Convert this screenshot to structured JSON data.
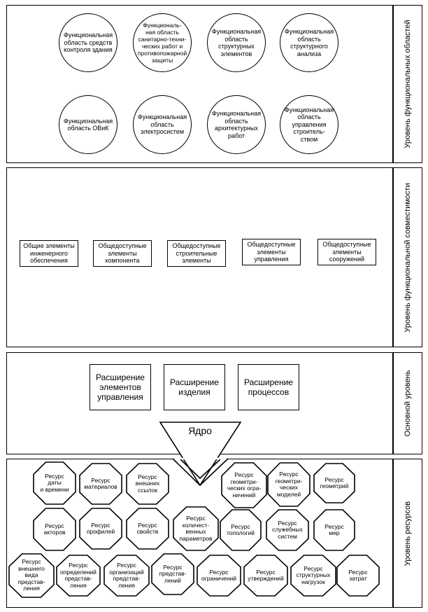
{
  "levels": {
    "functional_areas": "Уровень функциональных областей",
    "functional_compat": "Уровень функциональной совместимости",
    "core": "Основной уровень",
    "resources": "Уровень ресурсов"
  },
  "functional_areas": [
    "Функциональная\nобласть средств\nконтроля здания",
    "Функциональ-\nная область\nсанитарно-техни-\nческих работ и\nпротивопожарной\nзащиты",
    "Функциональная\nобласть\nструктурных\nэлементов",
    "Функциональная\nобласть\nструктурного\nанализа",
    "Функциональная\nобласть ОВиК",
    "Функциональная\nобласть\nэлектросистем",
    "Функциональная\nобласть\nархитектурных\nработ",
    "Функциональная\nобласть\nуправления\nстроитель-\nством"
  ],
  "shared_elements": [
    "Общие элементы\nинженерного\nобеспечения",
    "Общедоступные\nэлементы\nкомпонента",
    "Общедоступные\nстроительные\nэлементы",
    "Общедоступные\nэлементы\nуправления",
    "Общедоступные\nэлементы\nсооружений"
  ],
  "core_extensions": [
    "Расширение\nэлементов\nуправления",
    "Расширение\nизделия",
    "Расширение\nпроцессов"
  ],
  "kernel": "Ядро",
  "resources": [
    "Ресурс\nдаты\nи времени",
    "Ресурс\nматериалов",
    "Ресурс\nвнешних\nссылок",
    "Ресурс\nгеометри-\nческих огра-\nничений",
    "Ресурс\nгеометри-\nческих\nмоделей",
    "Ресурс\nгеометрий",
    "Ресурс\nакторов",
    "Ресурс\nпрофилей",
    "Ресурс\nсвойств",
    "Ресурс\nколичест-\nвенных\nпараметров",
    "Ресурс\nтопологий",
    "Ресурс\nслужебных\nсистем",
    "Ресурс\nмер",
    "Ресурс\nвнешнего\nвида\nпредстав-\nления",
    "Ресурс\nопределений\nпредстав-\nления",
    "Ресурс\nорганизаций\nпредстав-\nления",
    "Ресурс\nпредстав-\nлений",
    "Ресурс\nограничений",
    "Ресурс\nутверждений",
    "Ресурс\nструктурных\nнагрузок",
    "Ресурс\nзатрат"
  ]
}
